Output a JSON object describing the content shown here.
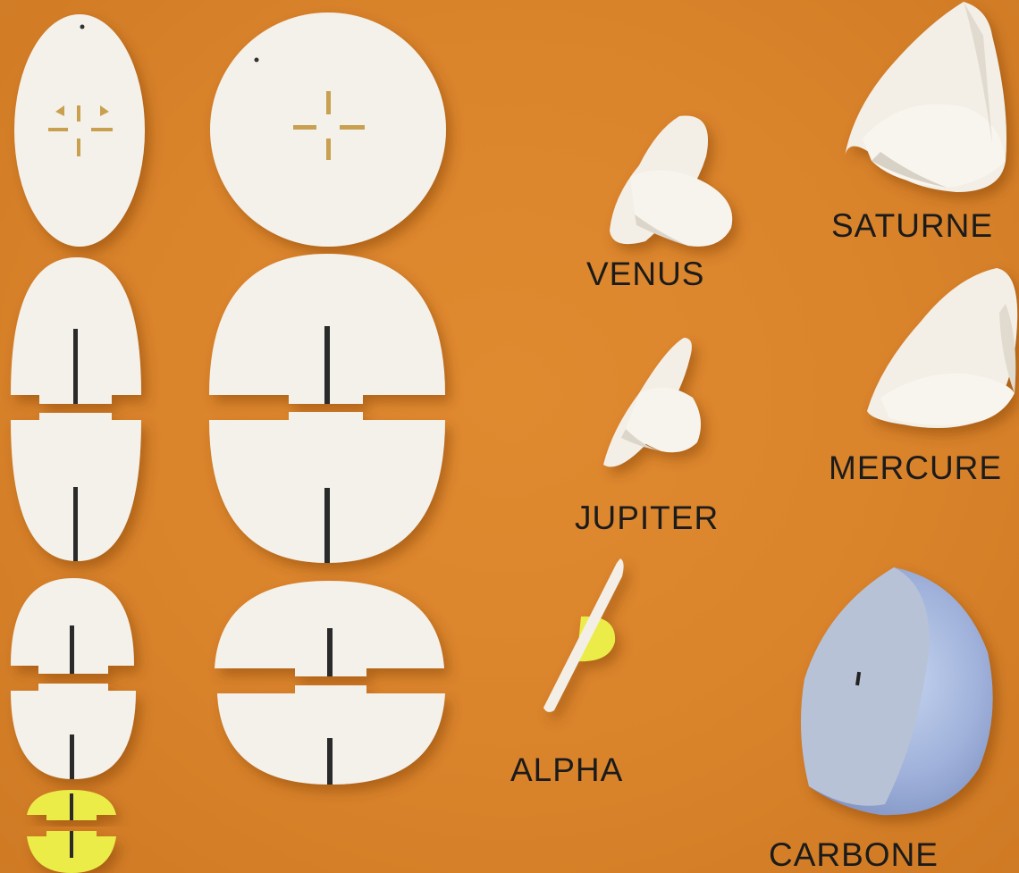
{
  "labels": {
    "saturne": "SATURNE",
    "venus": "VENUS",
    "mercure": "MERCURE",
    "jupiter": "JUPITER",
    "alpha": "ALPHA",
    "carbone": "CARBONE"
  },
  "colors": {
    "background": "#d9832b",
    "piece": "#f4f1ea",
    "piece_shadow": "#d8d2c6",
    "yellow": "#ecec4a",
    "blue": "#9aaed8",
    "slot": "#2a2a2a"
  }
}
